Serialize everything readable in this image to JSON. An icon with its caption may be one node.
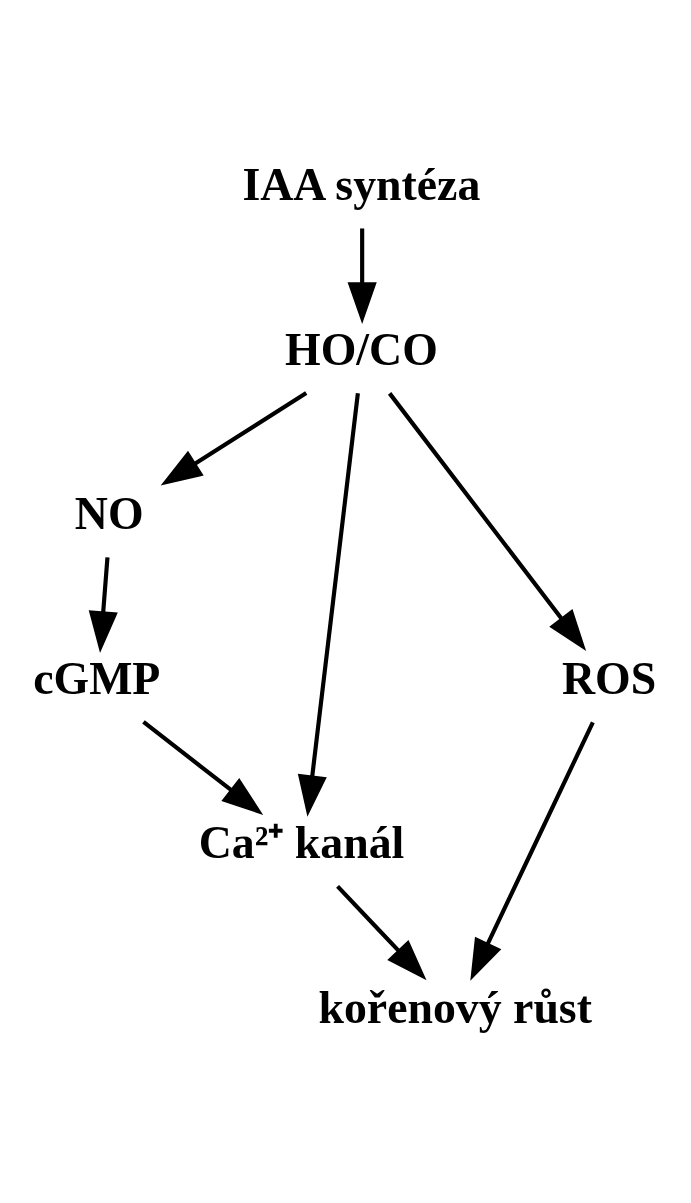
{
  "diagram": {
    "nodes": [
      {
        "text": [
          "IAA syntéza"
        ]
      },
      {
        "text": [
          "HO/CO"
        ]
      },
      {
        "text": [
          "NO"
        ]
      },
      {
        "text": [
          "cGMP"
        ]
      },
      {
        "text": [
          "ROS"
        ]
      },
      {
        "text": [
          "Ca²⁺ kanál"
        ]
      },
      {
        "text": [
          "kořenový růst"
        ]
      }
    ],
    "edges": [
      {
        "from": 0,
        "to": 1,
        "arrow": "to"
      },
      {
        "from": 1,
        "to": 2,
        "arrow": "to"
      },
      {
        "from": 1,
        "to": 5,
        "arrow": "to"
      },
      {
        "from": 1,
        "to": 4,
        "arrow": "to"
      },
      {
        "from": 2,
        "to": 3,
        "arrow": "to"
      },
      {
        "from": 3,
        "to": 5,
        "arrow": "to"
      },
      {
        "from": 4,
        "to": 6,
        "arrow": "to"
      },
      {
        "from": 5,
        "to": 6,
        "arrow": "to"
      }
    ]
  }
}
